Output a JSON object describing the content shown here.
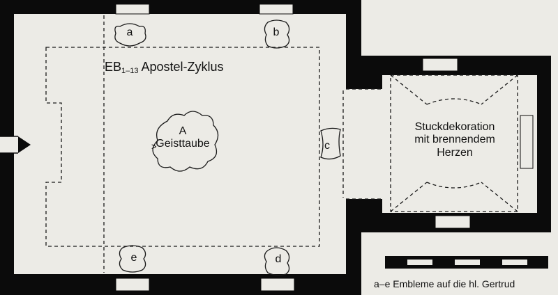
{
  "labels": {
    "eb_main": "EB",
    "eb_sub": "1–13",
    "eb_rest": "Apostel-Zyklus",
    "a_letter": "A",
    "a_text": "Geisttaube",
    "stuck_line1": "Stuckdekoration",
    "stuck_line2": "mit brennendem",
    "stuck_line3": "Herzen",
    "legend": "a–e  Embleme auf die hl. Gertrud"
  },
  "emblems": {
    "a": "a",
    "b": "b",
    "c": "c",
    "d": "d",
    "e": "e"
  },
  "colors": {
    "wall": "#0b0b0b",
    "floor": "#ecebe6",
    "line": "#1a1a1a"
  }
}
